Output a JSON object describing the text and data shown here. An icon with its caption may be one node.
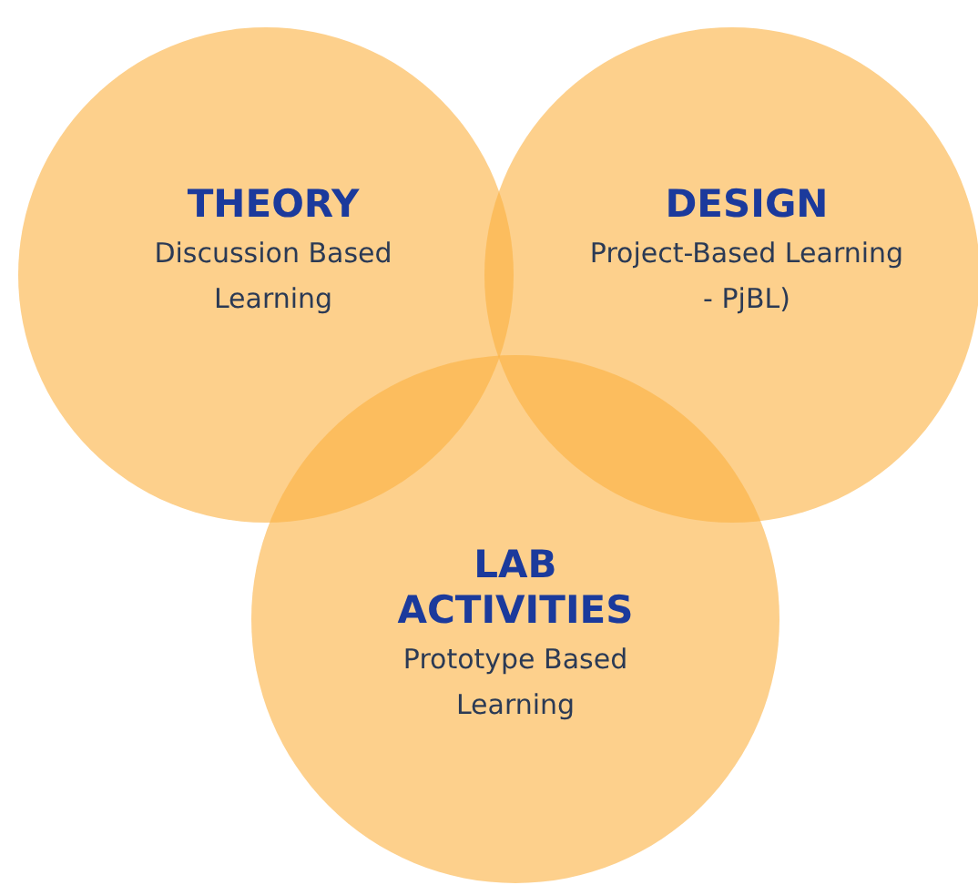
{
  "diagram": {
    "nodes": [
      {
        "text": [
          "THEORY",
          "Discussion Based Learning"
        ]
      },
      {
        "text": [
          "DESIGN",
          "Project-Based Learning - PjBL)"
        ]
      },
      {
        "text": [
          "LAB ACTIVITIES",
          "Prototype Based Learning"
        ]
      }
    ]
  }
}
